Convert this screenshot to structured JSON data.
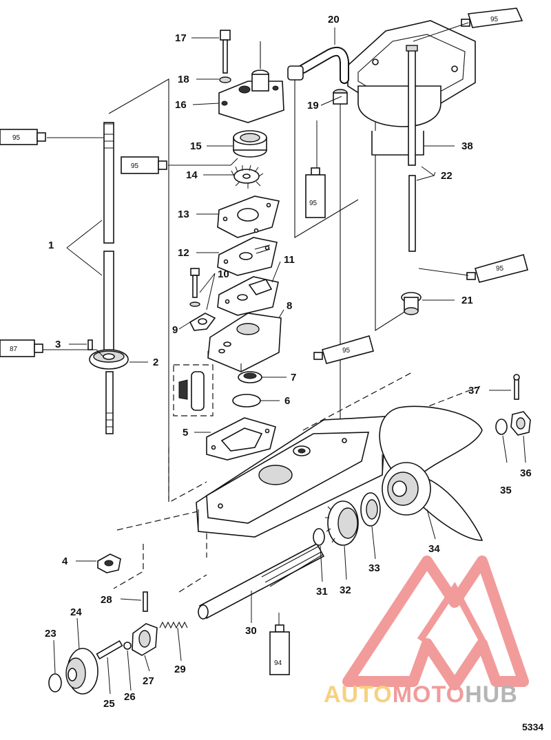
{
  "diagram": {
    "figure_number": "5334",
    "callouts": [
      "1",
      "2",
      "3",
      "4",
      "5",
      "6",
      "7",
      "8",
      "9",
      "10",
      "11",
      "12",
      "13",
      "14",
      "15",
      "16",
      "17",
      "18",
      "19",
      "20",
      "21",
      "22",
      "23",
      "24",
      "25",
      "26",
      "27",
      "28",
      "29",
      "30",
      "31",
      "32",
      "33",
      "34",
      "35",
      "36",
      "37",
      "38"
    ],
    "sealant_tubes": [
      "95",
      "95",
      "95",
      "95",
      "95",
      "95",
      "87",
      "94"
    ]
  },
  "watermark": {
    "text_auto": "AUTO",
    "text_moto": "MOTO",
    "text_hub": "HUB",
    "colors": {
      "auto": "#f7c86a",
      "moto": "#f08a8a",
      "hub": "#a9a9a9",
      "triangle": "#f08a8a"
    }
  }
}
